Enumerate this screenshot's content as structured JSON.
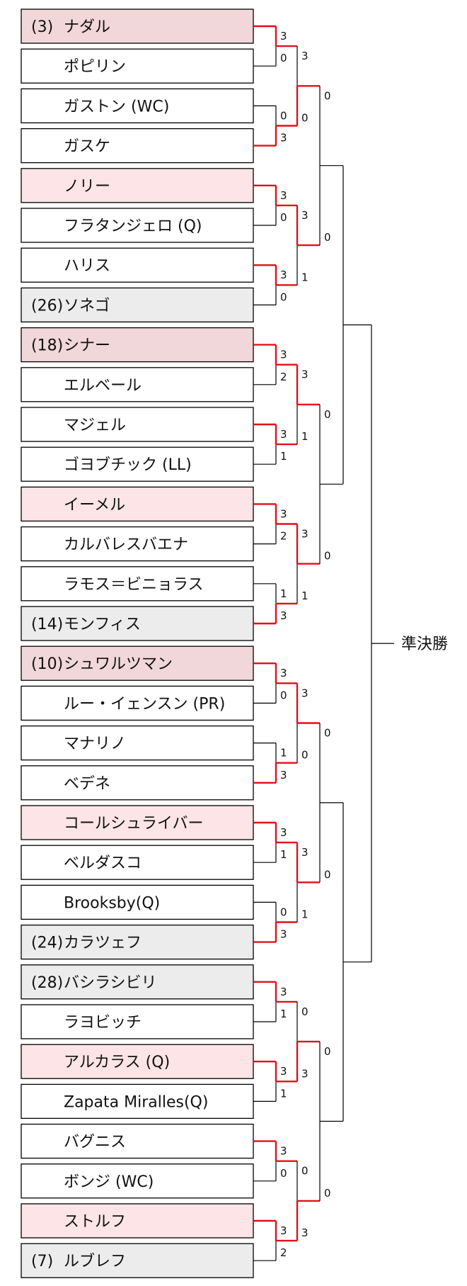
{
  "colors": {
    "seed_highlight": "#f1d7d9",
    "other_highlight": "#fde4e6",
    "qualified_seed_gray": "#ececec",
    "plain": "#ffffff",
    "winner_line": "#e0111b",
    "loser_line": "#000000"
  },
  "final_label": "準決勝",
  "players": [
    {
      "seed": "(3)",
      "name": "ナダル",
      "fill": "seed"
    },
    {
      "seed": "",
      "name": "ポピリン",
      "fill": "plain"
    },
    {
      "seed": "",
      "name": "ガストン (WC)",
      "fill": "plain"
    },
    {
      "seed": "",
      "name": "ガスケ",
      "fill": "plain"
    },
    {
      "seed": "",
      "name": "ノリー",
      "fill": "pink"
    },
    {
      "seed": "",
      "name": "フラタンジェロ (Q)",
      "fill": "plain"
    },
    {
      "seed": "",
      "name": "ハリス",
      "fill": "plain"
    },
    {
      "seed": "(26)",
      "name": "ソネゴ",
      "fill": "gray"
    },
    {
      "seed": "(18)",
      "name": "シナー",
      "fill": "seed"
    },
    {
      "seed": "",
      "name": "エルベール",
      "fill": "plain"
    },
    {
      "seed": "",
      "name": "マジェル",
      "fill": "plain"
    },
    {
      "seed": "",
      "name": "ゴヨブチック (LL)",
      "fill": "plain"
    },
    {
      "seed": "",
      "name": "イーメル",
      "fill": "pink"
    },
    {
      "seed": "",
      "name": "カルバレスバエナ",
      "fill": "plain"
    },
    {
      "seed": "",
      "name": "ラモス＝ビニョラス",
      "fill": "plain"
    },
    {
      "seed": "(14)",
      "name": "モンフィス",
      "fill": "gray"
    },
    {
      "seed": "(10)",
      "name": "シュワルツマン",
      "fill": "seed"
    },
    {
      "seed": "",
      "name": "ルー・イェンスン (PR)",
      "fill": "plain"
    },
    {
      "seed": "",
      "name": "マナリノ",
      "fill": "plain"
    },
    {
      "seed": "",
      "name": "ベデネ",
      "fill": "plain"
    },
    {
      "seed": "",
      "name": "コールシュライバー",
      "fill": "pink"
    },
    {
      "seed": "",
      "name": "ベルダスコ",
      "fill": "plain"
    },
    {
      "seed": "",
      "name": "Brooksby(Q)",
      "fill": "plain"
    },
    {
      "seed": "(24)",
      "name": "カラツェフ",
      "fill": "gray"
    },
    {
      "seed": "(28)",
      "name": "バシラシビリ",
      "fill": "gray"
    },
    {
      "seed": "",
      "name": "ラヨビッチ",
      "fill": "plain"
    },
    {
      "seed": "",
      "name": "アルカラス (Q)",
      "fill": "pink"
    },
    {
      "seed": "",
      "name": "Zapata Miralles(Q)",
      "fill": "plain"
    },
    {
      "seed": "",
      "name": "バグニス",
      "fill": "plain"
    },
    {
      "seed": "",
      "name": "ボンジ (WC)",
      "fill": "plain"
    },
    {
      "seed": "",
      "name": "ストルフ",
      "fill": "pink"
    },
    {
      "seed": "(7)",
      "name": "ルブレフ",
      "fill": "gray"
    }
  ],
  "round1": [
    {
      "top": "3",
      "bottom": "0",
      "winner": "top"
    },
    {
      "top": "0",
      "bottom": "3",
      "winner": "bottom"
    },
    {
      "top": "3",
      "bottom": "0",
      "winner": "top"
    },
    {
      "top": "3",
      "bottom": "0",
      "winner": "top"
    },
    {
      "top": "3",
      "bottom": "2",
      "winner": "top"
    },
    {
      "top": "3",
      "bottom": "1",
      "winner": "top"
    },
    {
      "top": "3",
      "bottom": "2",
      "winner": "top"
    },
    {
      "top": "1",
      "bottom": "3",
      "winner": "bottom"
    },
    {
      "top": "3",
      "bottom": "0",
      "winner": "top"
    },
    {
      "top": "1",
      "bottom": "3",
      "winner": "bottom"
    },
    {
      "top": "3",
      "bottom": "1",
      "winner": "top"
    },
    {
      "top": "0",
      "bottom": "3",
      "winner": "bottom"
    },
    {
      "top": "3",
      "bottom": "1",
      "winner": "top"
    },
    {
      "top": "3",
      "bottom": "1",
      "winner": "top"
    },
    {
      "top": "3",
      "bottom": "0",
      "winner": "top"
    },
    {
      "top": "3",
      "bottom": "2",
      "winner": "top"
    }
  ],
  "round2": [
    {
      "top": "3",
      "bottom": "0",
      "winner": "bottom"
    },
    {
      "top": "3",
      "bottom": "1",
      "winner": "top"
    },
    {
      "top": "3",
      "bottom": "1",
      "winner": "top"
    },
    {
      "top": "3",
      "bottom": "1",
      "winner": "top"
    },
    {
      "top": "3",
      "bottom": "0",
      "winner": "top"
    },
    {
      "top": "3",
      "bottom": "1",
      "winner": "top"
    },
    {
      "top": "0",
      "bottom": "3",
      "winner": "bottom"
    },
    {
      "top": "0",
      "bottom": "3",
      "winner": "bottom"
    }
  ],
  "round3": [
    {
      "top": "0",
      "bottom": "0"
    },
    {
      "top": "0",
      "bottom": "0"
    },
    {
      "top": "0",
      "bottom": "0"
    },
    {
      "top": "0",
      "bottom": "0"
    }
  ]
}
